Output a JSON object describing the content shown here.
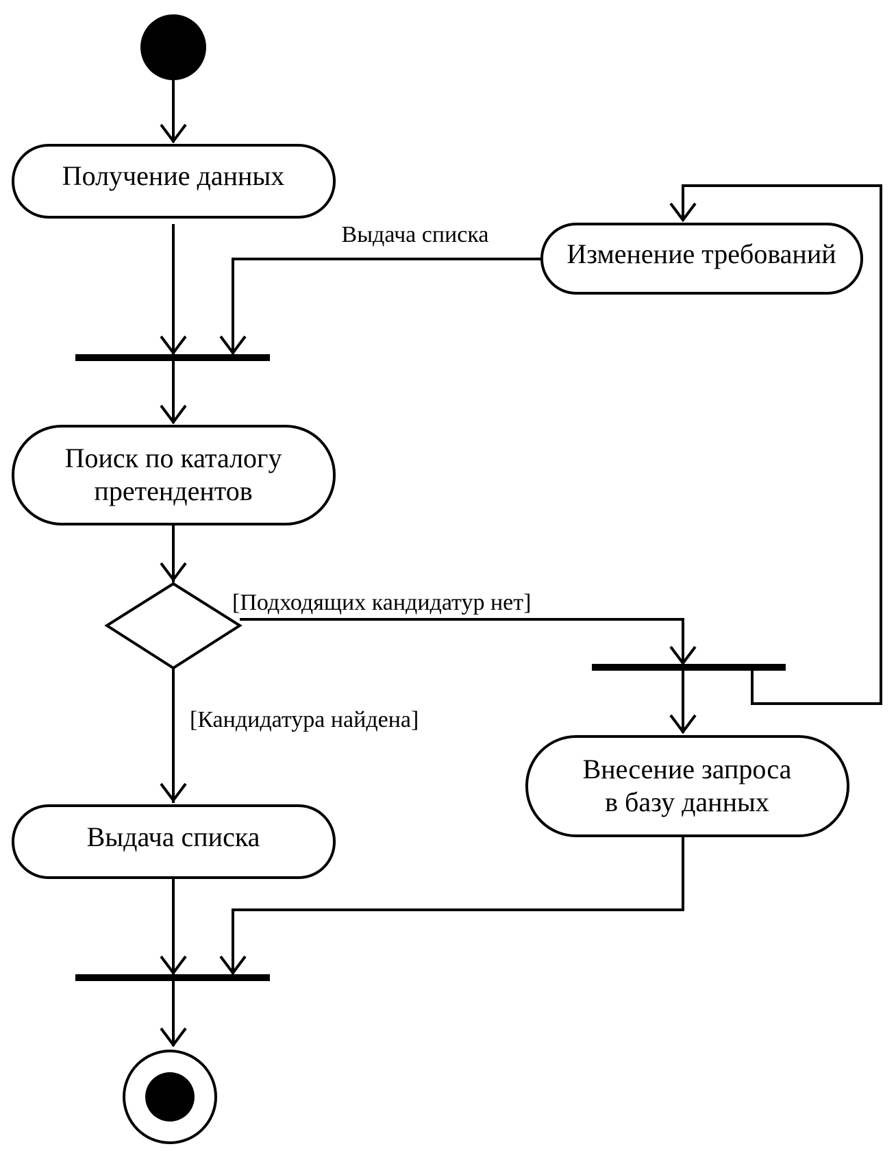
{
  "diagram": {
    "type": "uml-activity",
    "nodes": {
      "get_data": [
        "Получение данных"
      ],
      "change_req": [
        "Изменение требований"
      ],
      "search": [
        "Поиск по каталогу",
        "претендентов"
      ],
      "issue_list": [
        "Выдача списка"
      ],
      "db_request": [
        "Внесение запроса",
        "в базу данных"
      ]
    },
    "edge_labels": {
      "issue_list_edge": "Выдача списка",
      "no_candidates": "[Подходящих кандидатур нет]",
      "candidate_found": "[Кандидатура найдена]"
    }
  }
}
